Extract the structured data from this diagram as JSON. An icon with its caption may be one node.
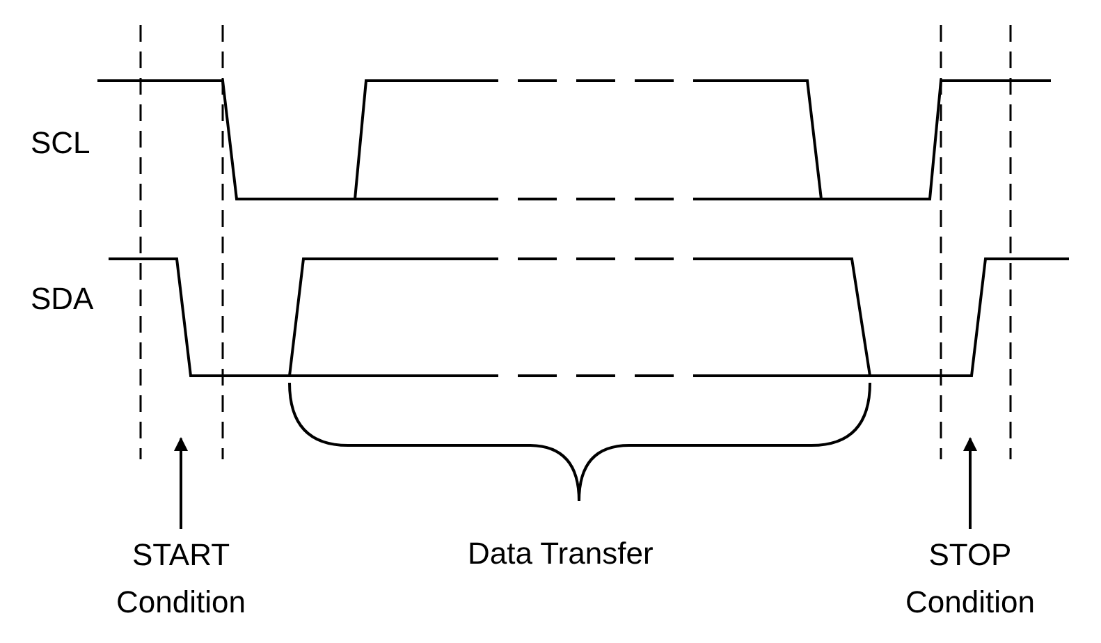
{
  "diagram": {
    "nodes": [
      {
        "text": [
          "START Condition"
        ]
      },
      {
        "text": [
          "STOP Condition"
        ]
      }
    ],
    "edges": [
      {
        "from": 0,
        "to": null,
        "arrow": "to"
      },
      {
        "from": 1,
        "to": null,
        "arrow": "to"
      }
    ],
    "labels": [
      "SCL",
      "SDA",
      "Data Transfer"
    ]
  }
}
